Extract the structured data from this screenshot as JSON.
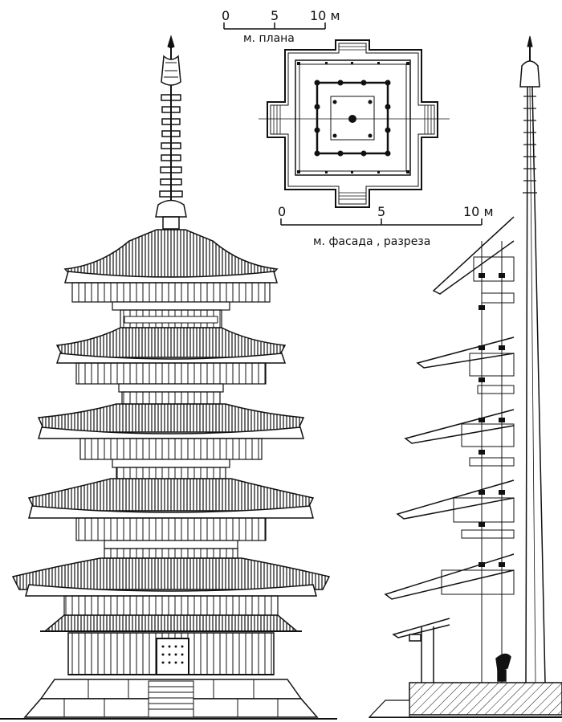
{
  "scale_plan": {
    "ticks": [
      "0",
      "5",
      "10 м"
    ],
    "label": "м. плана"
  },
  "scale_facade": {
    "ticks": [
      "0",
      "5",
      "10 м"
    ],
    "label": "м. фасада , разреза"
  },
  "colors": {
    "ink": "#111111",
    "paper": "#ffffff"
  }
}
